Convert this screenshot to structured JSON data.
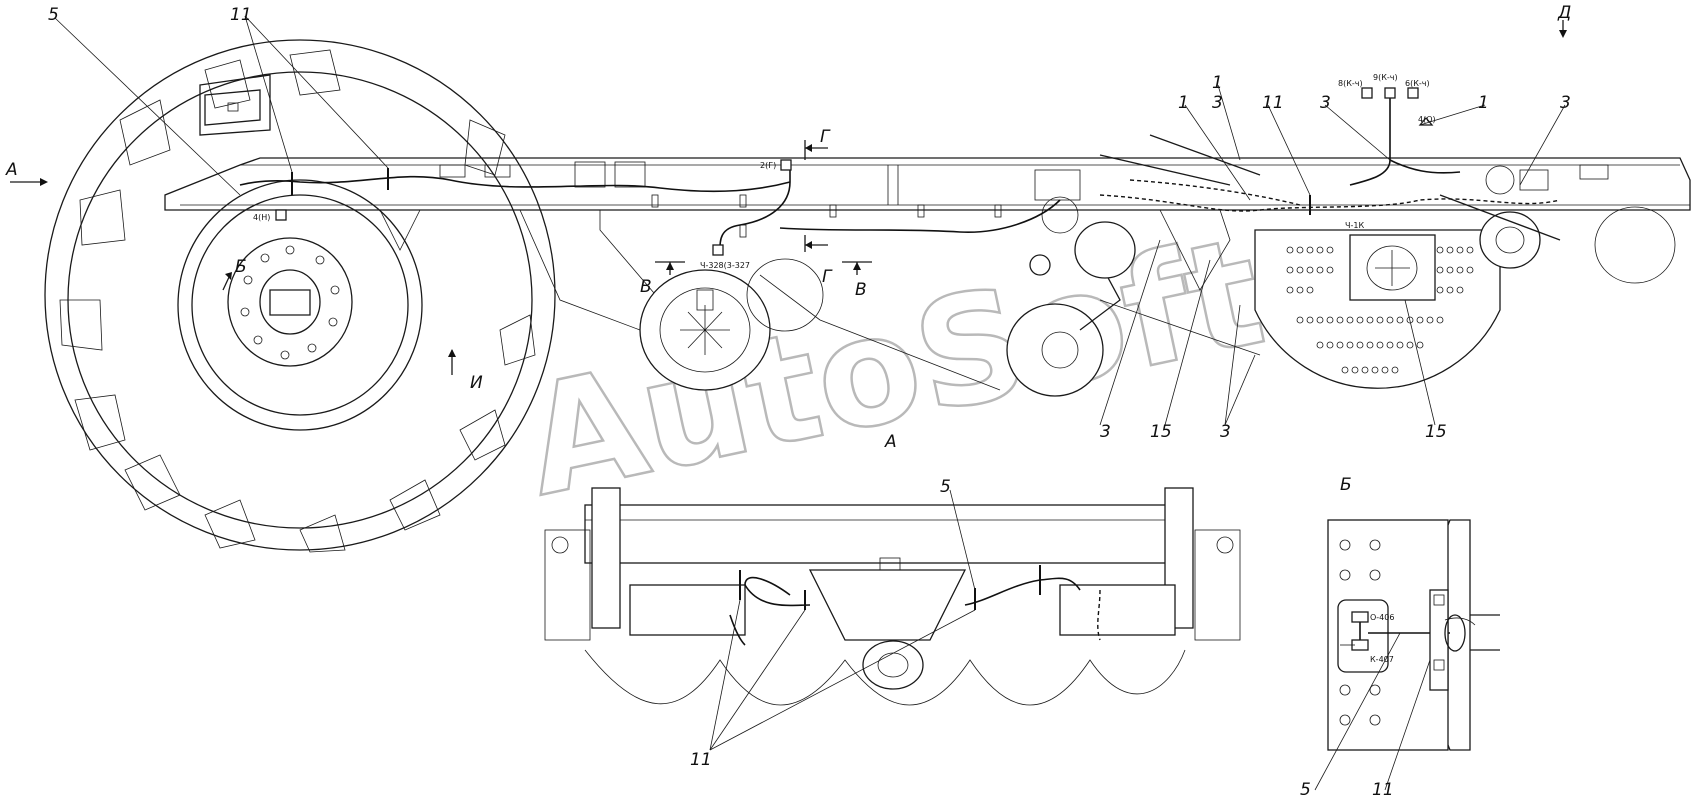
{
  "watermark": "AutoSoft",
  "callouts": {
    "c5_top": "5",
    "c11_top": "11",
    "c1_a": "1",
    "c1_b": "1",
    "c1_c": "1",
    "c3_a": "3",
    "c3_b": "3",
    "c3_c": "3",
    "c3_d": "3",
    "c3_e": "3",
    "c11_mid": "11",
    "c15_a": "15",
    "c15_b": "15",
    "c5_view": "5",
    "c11_view": "11",
    "c5_detail": "5",
    "c11_detail": "11"
  },
  "view_labels": {
    "A_arrow": "А",
    "A_view": "А",
    "B_detail_ref": "Б",
    "B_detail_title": "Б",
    "V_left": "В",
    "V_right": "В",
    "G_top": "Г",
    "G_mid": "Г",
    "D_top": "Д",
    "I_label": "И"
  },
  "small_labels": {
    "conn_4n": "4(Н)",
    "conn_2g": "2(Г)",
    "conn_4_328": "Ч-328(3-327",
    "conn_8kch": "8(К-ч)",
    "conn_9kch": "9(К-ч)",
    "conn_6kch": "6(К-ч)",
    "conn_4o": "4(О)",
    "conn_1k": "Ч-1К",
    "detail_top": "О-406",
    "detail_bottom": "К-407"
  }
}
